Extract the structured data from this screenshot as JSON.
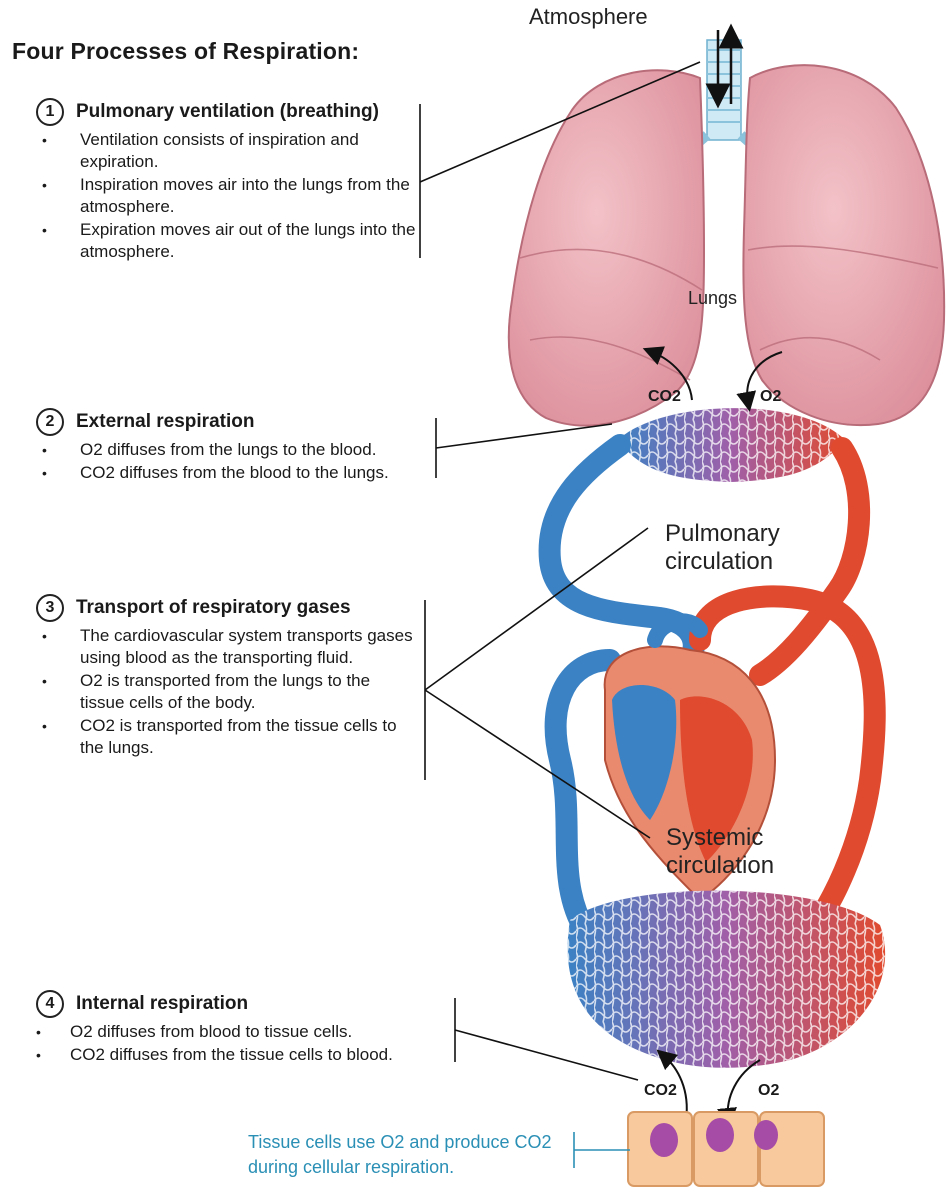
{
  "title": "Four Processes of Respiration:",
  "labels": {
    "atmosphere": "Atmosphere",
    "lungs": "Lungs",
    "pulmonary_circulation": [
      "Pulmonary",
      "circulation"
    ],
    "systemic_circulation": [
      "Systemic",
      "circulation"
    ]
  },
  "gas_labels": {
    "lung_co2": "CO2",
    "lung_o2": "O2",
    "tissue_co2": "CO2",
    "tissue_o2": "O2"
  },
  "processes": [
    {
      "number": "1",
      "title": "Pulmonary ventilation (breathing)",
      "bullets": [
        "Ventilation consists of inspiration and expiration.",
        "Inspiration moves air into the lungs from the atmosphere.",
        "Expiration moves air out of the lungs into the atmosphere."
      ]
    },
    {
      "number": "2",
      "title": "External respiration",
      "bullets": [
        "O2 diffuses from the lungs to the blood.",
        "CO2 diffuses from the blood to the lungs."
      ]
    },
    {
      "number": "3",
      "title": "Transport of respiratory gases",
      "bullets": [
        "The cardiovascular system transports gases using blood as the transporting fluid.",
        "O2 is transported from the lungs to the tissue cells of the body.",
        "CO2 is transported from the tissue cells to the lungs."
      ]
    },
    {
      "number": "4",
      "title": "Internal respiration",
      "bullets": [
        "O2 diffuses from blood to tissue cells.",
        "CO2 diffuses from the tissue cells to blood."
      ]
    }
  ],
  "tissue_caption": "Tissue cells use O2 and produce CO2 during cellular respiration.",
  "colors": {
    "lung_fill": "#e9a7b0",
    "lung_stroke": "#b86b78",
    "deoxygenated": "#3b82c4",
    "oxygenated": "#e04a2e",
    "capillary_mix": "#a05fa8",
    "tissue_cell": "#f7c99c",
    "nucleus": "#a64ca6",
    "caption": "#2a8fb5"
  }
}
